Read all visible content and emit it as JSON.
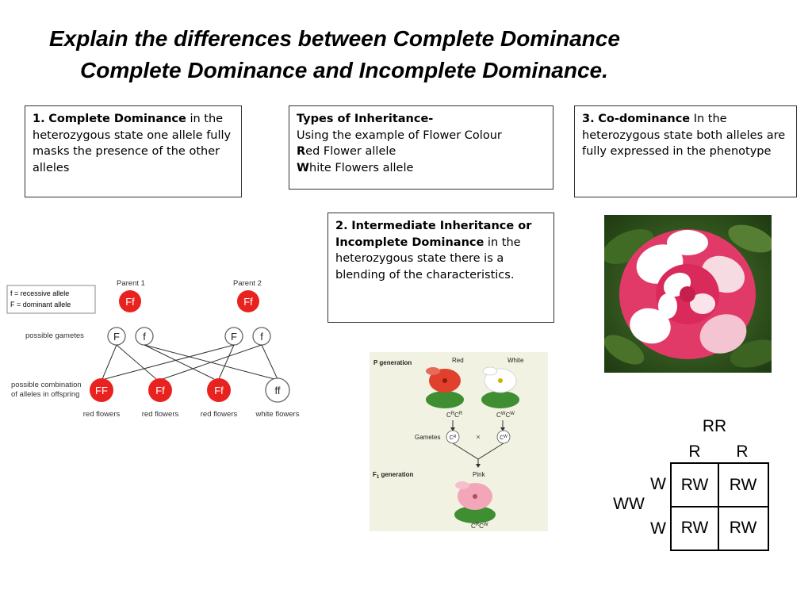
{
  "title": {
    "line1": "Explain the differences between Complete Dominance",
    "line2": "Complete Dominance and Incomplete Dominance."
  },
  "box_complete": {
    "number": "1.",
    "heading": "Complete Dominance",
    "text": " in the heterozygous state one allele fully masks the presence of the other alleles"
  },
  "box_types": {
    "heading": "Types of Inheritance-",
    "line1": "Using the example of Flower Colour",
    "red_initial": "R",
    "red_rest": "ed Flower allele",
    "white_initial": "W",
    "white_rest": "hite Flowers allele"
  },
  "box_codominance": {
    "number": "3.",
    "heading": "Co-dominance",
    "text": " In the heterozygous state both alleles are fully expressed in the phenotype"
  },
  "box_intermediate": {
    "number": "2.",
    "heading": "Intermediate Inheritance or Incomplete Dominance",
    "text": " in the heterozygous state there is a blending of the characteristics."
  },
  "cross_diagram": {
    "legend_recessive": "f = recessive allele",
    "legend_dominant": "F = dominant allele",
    "parent1_label": "Parent 1",
    "parent2_label": "Parent 2",
    "parent1_genotype": "Ff",
    "parent2_genotype": "Ff",
    "gametes_label": "possible gametes",
    "gametes": [
      "F",
      "f",
      "F",
      "f"
    ],
    "offspring_label_line1": "possible combination",
    "offspring_label_line2": "of alleles in offspring",
    "offspring": [
      {
        "genotype": "FF",
        "phenotype": "red flowers"
      },
      {
        "genotype": "Ff",
        "phenotype": "red flowers"
      },
      {
        "genotype": "Ff",
        "phenotype": "red flowers"
      },
      {
        "genotype": "ff",
        "phenotype": "white flowers"
      }
    ],
    "colors": {
      "red": "#e8231f",
      "white": "#ffffff"
    }
  },
  "incomplete_diagram": {
    "p_generation": "P generation",
    "red_label": "Red",
    "white_label": "White",
    "gametes_label": "Gametes",
    "cross_symbol": "×",
    "f1_label_prefix": "F",
    "f1_label_sub": "1",
    "f1_label_suffix": " generation",
    "f1_flower_label": "Pink",
    "colors": {
      "background": "#f2f2e2",
      "red": "#e0402c",
      "pink": "#f2a6b8"
    }
  },
  "punnett": {
    "top_label": "RR",
    "column_labels": [
      "R",
      "R"
    ],
    "side_label": "WW",
    "row_labels": [
      "W",
      "W"
    ],
    "cells": [
      [
        "RW",
        "RW"
      ],
      [
        "RW",
        "RW"
      ]
    ]
  }
}
